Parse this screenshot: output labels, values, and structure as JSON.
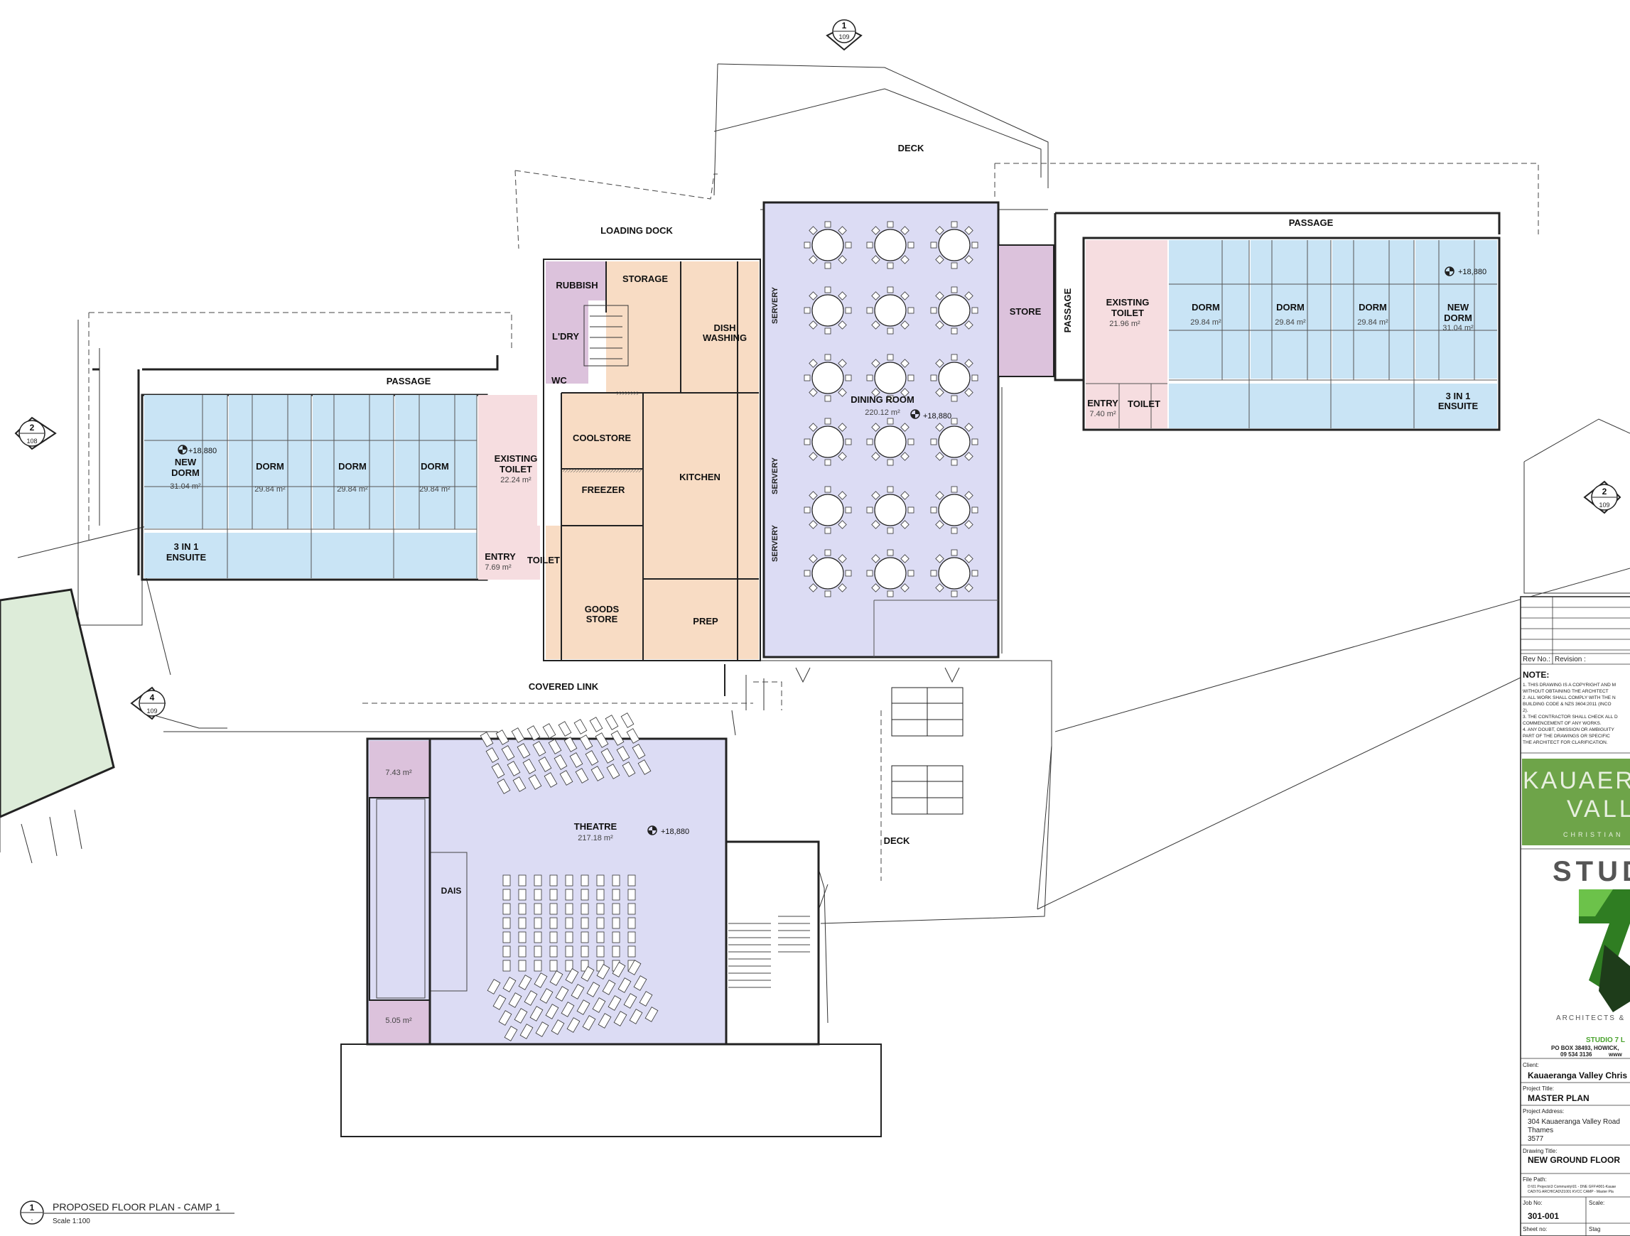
{
  "sections": {
    "top": {
      "num": "1",
      "sheet": "109"
    },
    "left": {
      "num": "2",
      "sheet": "108"
    },
    "right": {
      "num": "2",
      "sheet": "109"
    },
    "bottom_left": {
      "num": "4",
      "sheet": "109"
    }
  },
  "rooms": {
    "deck_top": "DECK",
    "loading_dock": "LOADING DOCK",
    "passage_left": "PASSAGE",
    "passage_right": "PASSAGE",
    "passage_vertical": "PASSAGE",
    "rubbish": "RUBBISH",
    "storage": "STORAGE",
    "ldry": "L'DRY",
    "wc": "WC",
    "dish_washing_1": "DISH",
    "dish_washing_2": "WASHING",
    "servery_1": "SERVERY",
    "servery_2": "SERVERY",
    "servery_3": "SERVERY",
    "store": "STORE",
    "new_dorm_left_1": "NEW",
    "new_dorm_left_2": "DORM",
    "new_dorm_left_area": "31.04 m²",
    "dorm_l1": "DORM",
    "dorm_l1_area": "29.84 m²",
    "dorm_l2": "DORM",
    "dorm_l2_area": "29.84 m²",
    "dorm_l3": "DORM",
    "dorm_l3_area": "29.84 m²",
    "existing_toilet_left_1": "EXISTING",
    "existing_toilet_left_2": "TOILET",
    "existing_toilet_left_area": "22.24 m²",
    "entry_left": "ENTRY",
    "entry_left_area": "7.69 m²",
    "toilet_left": "TOILET",
    "ensuite_left_1": "3 IN 1",
    "ensuite_left_2": "ENSUITE",
    "coolstore": "COOLSTORE",
    "freezer": "FREEZER",
    "kitchen": "KITCHEN",
    "goods_store_1": "GOODS",
    "goods_store_2": "STORE",
    "prep": "PREP",
    "dining_room": "DINING ROOM",
    "dining_room_area": "220.12 m²",
    "dining_level": "+18,880",
    "existing_toilet_right_1": "EXISTING",
    "existing_toilet_right_2": "TOILET",
    "existing_toilet_right_area": "21.96 m²",
    "dorm_r1": "DORM",
    "dorm_r1_area": "29.84 m²",
    "dorm_r2": "DORM",
    "dorm_r2_area": "29.84 m²",
    "dorm_r3": "DORM",
    "dorm_r3_area": "29.84 m²",
    "new_dorm_right_1": "NEW",
    "new_dorm_right_2": "DORM",
    "new_dorm_right_area": "31.04 m²",
    "right_level": "+18,880",
    "left_level": "+18,880",
    "entry_right": "ENTRY",
    "entry_right_area": "7.40 m²",
    "toilet_right": "TOILET",
    "ensuite_right_1": "3 IN 1",
    "ensuite_right_2": "ENSUITE",
    "covered_link": "COVERED LINK",
    "theatre": "THEATRE",
    "theatre_area": "217.18 m²",
    "theatre_level": "+18,880",
    "dais": "DAIS",
    "room_743": "7.43 m²",
    "room_505": "5.05 m²",
    "deck_bottom": "DECK"
  },
  "title": {
    "circle": "1",
    "circle_sub": "-",
    "text": "PROPOSED FLOOR PLAN - CAMP 1",
    "scale": "Scale 1:100"
  },
  "titleblock": {
    "rev_no": "Rev No.:",
    "revision": "Revision :",
    "note_heading": "NOTE:",
    "notes": [
      "1.  THIS DRAWING IS A COPYRIGHT AND M",
      "     WITHOUT OBTAINING THE ARCHITECT",
      "2.  ALL WORK SHALL COMPLY WITH THE N",
      "     BUILDING CODE & NZS 3604:2011 (INCO",
      "     2).",
      "3.  THE CONTRACTOR SHALL CHECK ALL D",
      "     COMMENCEMENT OF ANY WORKS.",
      "4.  ANY DOUBT, OMISSION OR AMBIGUITY",
      "     PART OF THE DRAWINGS OR SPECIFIC",
      "     THE ARCHITECT FOR CLARIFICATION."
    ],
    "logo_line1": "KAUAER",
    "logo_line2": "VALL",
    "logo_line3": "CHRISTIAN",
    "studio_logo": "STUD",
    "studio_sub": "ARCHITECTS &",
    "company": "STUDIO 7 L",
    "company_addr": "PO BOX 38493, HOWICK,",
    "company_phone": "09 534 3136",
    "company_web": "www",
    "client_label": "Client:",
    "client": "Kauaeranga Valley Chris",
    "project_title_label": "Project Title:",
    "project_title": "MASTER PLAN",
    "address_label": "Project Address:",
    "address_1": "304 Kauaeranga Valley Road",
    "address_2": "Thames",
    "address_3": "3577",
    "drawing_title_label": "Drawing Title:",
    "drawing_title": "NEW GROUND FLOOR",
    "file_path_label": "File Path:",
    "file_path_1": "D:\\01 Projects\\3 Community\\01 - DNE GFF\\4001-Kauae",
    "file_path_2": "CAD\\TG ARCHICAD\\21001 KVCC CAMP - Master Pla",
    "job_no_label": "Job No:",
    "scale_label": "Scale:",
    "job_no": "301-001",
    "sheet_no_label": "Sheet no:",
    "stage_label": "Stag"
  },
  "colors": {
    "dorm": "#c9e4f5",
    "toilet": "#f6dde0",
    "kitchen": "#f8dcc4",
    "dining": "#dcdcf4",
    "store": "#dcc2dc",
    "lawn": "#ddecd9",
    "logo_green": "#6ea449"
  }
}
